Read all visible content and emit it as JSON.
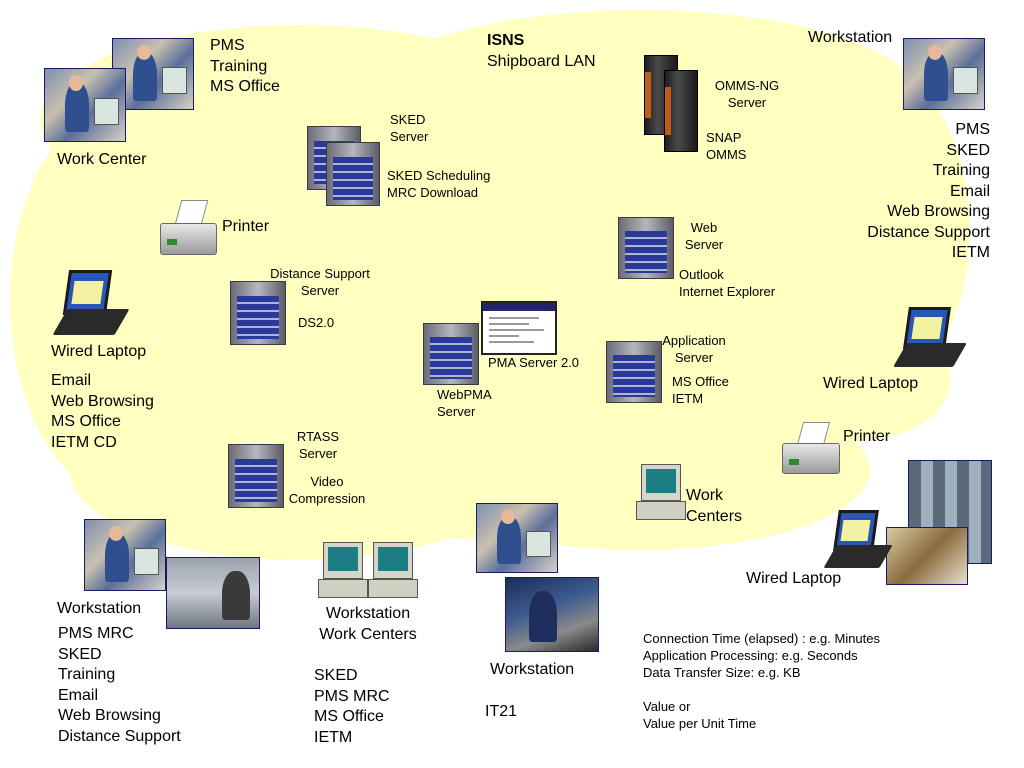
{
  "lan": {
    "title": "ISNS",
    "subtitle": "Shipboard LAN"
  },
  "top_left_apps": [
    "PMS",
    "Training",
    "MS Office"
  ],
  "work_center_label": "Work Center",
  "printer_left_label": "Printer",
  "sked_server": {
    "title": [
      "SKED",
      "Server"
    ],
    "apps": [
      "SKED Scheduling",
      "MRC Download"
    ]
  },
  "omms_server": {
    "title": [
      "OMMS-NG",
      "Server"
    ],
    "apps": [
      "SNAP",
      "OMMS"
    ]
  },
  "workstation_tr": {
    "label": "Workstation",
    "apps": [
      "PMS",
      "SKED",
      "Training",
      "Email",
      "Web Browsing",
      "Distance Support",
      "IETM"
    ]
  },
  "web_server": {
    "title": [
      "Web",
      "Server"
    ],
    "apps": [
      "Outlook",
      "Internet Explorer"
    ]
  },
  "distance_support_server": {
    "title": [
      "Distance Support",
      "Server"
    ],
    "apps": [
      "DS2.0"
    ]
  },
  "wired_laptop_left": {
    "label": "Wired Laptop",
    "apps": [
      "Email",
      "Web Browsing",
      "MS Office",
      "IETM CD"
    ]
  },
  "pma_server": {
    "label": "PMA Server 2.0",
    "title": [
      "WebPMA",
      "Server"
    ]
  },
  "application_server": {
    "title": [
      "Application",
      "Server"
    ],
    "apps": [
      "MS Office",
      "IETM"
    ]
  },
  "wired_laptop_right_label": "Wired Laptop",
  "printer_right_label": "Printer",
  "rtass_server": {
    "title": [
      "RTASS",
      "Server"
    ],
    "apps": [
      "Video",
      "Compression"
    ]
  },
  "work_centers_right": [
    "Work",
    "Centers"
  ],
  "wired_laptop_br_label": "Wired Laptop",
  "workstation_bl": {
    "label": "Workstation",
    "apps": [
      "PMS MRC",
      "SKED",
      "Training",
      "Email",
      "Web Browsing",
      "Distance Support"
    ]
  },
  "workstation_bc": {
    "title": [
      "Workstation",
      "Work Centers"
    ],
    "apps": [
      "SKED",
      "PMS MRC",
      "MS Office",
      "IETM"
    ]
  },
  "workstation_it21": {
    "label": "Workstation",
    "sub": "IT21"
  },
  "metrics": {
    "lines": [
      "Connection Time (elapsed) : e.g. Minutes",
      "Application Processing: e.g. Seconds",
      "Data Transfer Size: e.g. KB"
    ],
    "value_lines": [
      "Value or",
      "Value per Unit Time"
    ]
  },
  "colors": {
    "cloud": "#ffffc0",
    "rack_blue": "#2a3a9a"
  }
}
